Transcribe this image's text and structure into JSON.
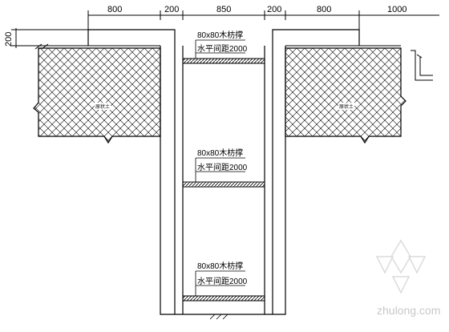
{
  "dimensions": {
    "top": [
      "800",
      "200",
      "850",
      "200",
      "800",
      "1000"
    ],
    "left_height": "200"
  },
  "strut_labels": [
    {
      "size": "80x80木枋撑",
      "spacing": "水平间距2000"
    },
    {
      "size": "80x80木枋撑",
      "spacing": "水平间距2000"
    },
    {
      "size": "80x80木枋撑",
      "spacing": "水平间距2000"
    }
  ],
  "soil_labels": [
    "原状土",
    "原状土"
  ],
  "watermark": "zhulong.com"
}
